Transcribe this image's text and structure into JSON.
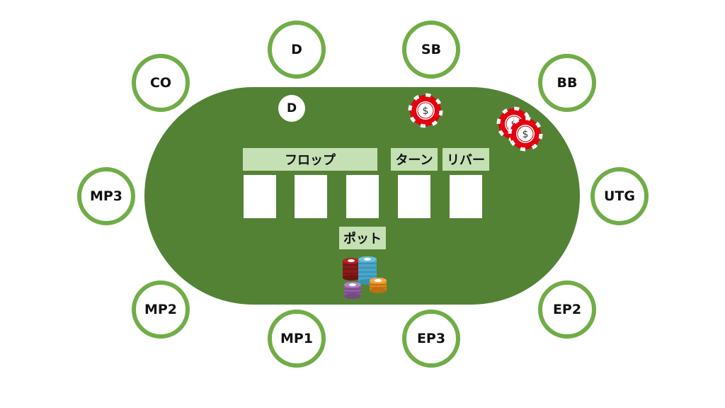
{
  "table": {
    "felt_color": "#548235",
    "seat_ring_color": "#70ad47",
    "label_box_color": "#c5e0b4"
  },
  "seats": {
    "d": "D",
    "sb": "SB",
    "bb": "BB",
    "co": "CO",
    "mp3": "MP3",
    "utg": "UTG",
    "mp2": "MP2",
    "ep2": "EP2",
    "mp1": "MP1",
    "ep3": "EP3"
  },
  "board": {
    "flop_label": "フロップ",
    "turn_label": "ターン",
    "river_label": "リバー",
    "pot_label": "ポット",
    "card_slots": 5
  },
  "dealer_button": {
    "label": "D"
  },
  "blinds": {
    "chip_color": "#e3000f",
    "chip_symbol": "$",
    "small_blind_chips": 1,
    "big_blind_chips": 2
  },
  "pot": {
    "stack_colors": [
      "#8b1a1a",
      "#4aa6c8",
      "#8e5fa0",
      "#e08a1e"
    ]
  }
}
